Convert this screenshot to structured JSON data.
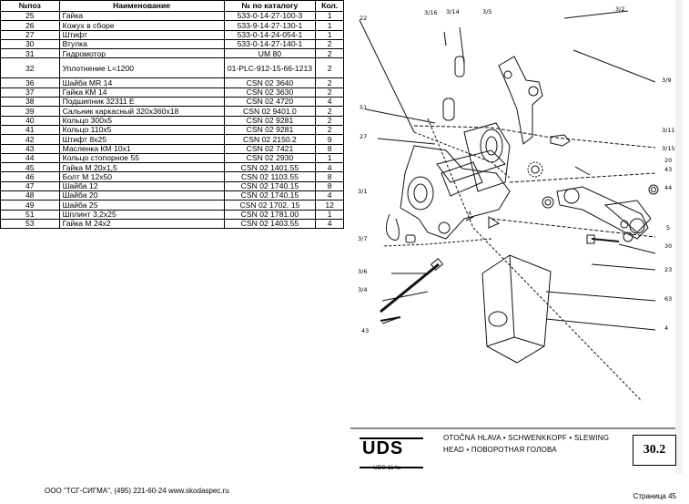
{
  "table": {
    "headers": {
      "pos": "№поз",
      "name": "Наименование",
      "catalog": "№ по каталогу",
      "qty": "Кол."
    },
    "rows": [
      {
        "pos": "25",
        "name": "Гайка",
        "catalog": "533-0-14-27-100-3",
        "qty": "1"
      },
      {
        "pos": "26",
        "name": "Кожух в сборе",
        "catalog": "533-9-14-27-130-1",
        "qty": "1"
      },
      {
        "pos": "27",
        "name": "Штифт",
        "catalog": "533-0-14-24-054-1",
        "qty": "1"
      },
      {
        "pos": "30",
        "name": "Втулка",
        "catalog": "533-0-14-27-140-1",
        "qty": "2"
      },
      {
        "pos": "31",
        "name": "Гидромотор",
        "catalog": "UM  80",
        "qty": "2"
      },
      {
        "pos": "32",
        "name": "Уплотнение L=1200",
        "catalog": "01-PLC-912-15-66-1213",
        "qty": "2"
      },
      {
        "pos": "36",
        "name": "Шайба MR 14",
        "catalog": "CSN 02 3640",
        "qty": "2"
      },
      {
        "pos": "37",
        "name": "Гайка КМ 14",
        "catalog": "CSN 02 3630",
        "qty": "2"
      },
      {
        "pos": "38",
        "name": "Подшипник 32311 E",
        "catalog": "CSN  02  4720",
        "qty": "4"
      },
      {
        "pos": "39",
        "name": "Сальник каркасный 320х360х18",
        "catalog": "CSN  02  9401.0",
        "qty": "2"
      },
      {
        "pos": "40",
        "name": "Кольцо 300х5",
        "catalog": "CSN  02  9281",
        "qty": "2"
      },
      {
        "pos": "41",
        "name": "Кольцо 110х5",
        "catalog": "CSN  02  9281",
        "qty": "2"
      },
      {
        "pos": "42",
        "name": "Штифт 8х25",
        "catalog": "CSN 02 2150.2",
        "qty": "9"
      },
      {
        "pos": "43",
        "name": "Масленка КМ 10х1",
        "catalog": "CSN 02 7421",
        "qty": "8"
      },
      {
        "pos": "44",
        "name": "Кольцо стопорное 55",
        "catalog": "CSN  02  2930",
        "qty": "1"
      },
      {
        "pos": "45",
        "name": "Гайка М 20х1,5",
        "catalog": "CSN 02 1401.55",
        "qty": "4"
      },
      {
        "pos": "46",
        "name": "Болт М 12х50",
        "catalog": "CSN 02 1103.55",
        "qty": "8"
      },
      {
        "pos": "47",
        "name": "Шайба 12",
        "catalog": "CSN 02 1740.15",
        "qty": "8"
      },
      {
        "pos": "48",
        "name": "Шайба 20",
        "catalog": "CSN 02 1740.15",
        "qty": "4"
      },
      {
        "pos": "49",
        "name": "Шайба 25",
        "catalog": "CSN 02 1702. 15",
        "qty": "12"
      },
      {
        "pos": "51",
        "name": "Шплинт 3,2х25",
        "catalog": "CSN 02 1781.00",
        "qty": "1"
      },
      {
        "pos": "53",
        "name": "Гайка М 24х2",
        "catalog": "CSN 02 1403.55",
        "qty": "4"
      }
    ]
  },
  "footer": {
    "company": "ООО \"ТСГ-СИГМА\", (495) 221-60-24 www.skodaspec.ru",
    "page": "Страница 45"
  },
  "drawing": {
    "callouts": {
      "c22": "22",
      "c3_16": "3/16",
      "c3_14": "3/14",
      "c3_5": "3/5",
      "c3_2": "3/2",
      "c3_9": "3/9",
      "c51": "51",
      "c27": "27",
      "c3_11": "3/11",
      "c3_15": "3/15",
      "c20": "20",
      "c43a": "43",
      "c44": "44",
      "c3_1": "3/1",
      "c4a": "4",
      "c3_7": "3/7",
      "c5": "5",
      "c30": "30",
      "c3_6": "3/6",
      "c23": "23",
      "c3_4": "3/4",
      "c63": "63",
      "c43b": "43",
      "c4b": "4"
    },
    "logo": "UDS",
    "model": "UDS-114a",
    "caption_line1": "OTOČNÁ HLAVA • SCHWENKKOPF • SLEWING",
    "caption_line2": "HEAD • ПОВОРОТНАЯ ГОЛОВА",
    "sheet_number": "30.2"
  }
}
